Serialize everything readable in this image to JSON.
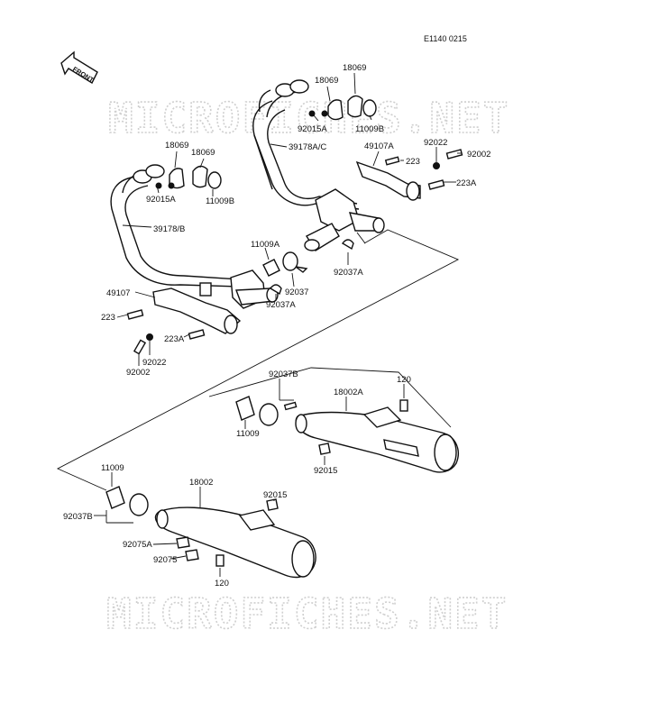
{
  "header": {
    "diagram_code": "E1140 0215",
    "front_label": "FRONT"
  },
  "watermark": {
    "text": "MICROFICHES.NET"
  },
  "labels": {
    "p18069_a": "18069",
    "p18069_b": "18069",
    "p92015A_top": "92015A",
    "p11009B_top": "11009B",
    "p39178AC": "39178A/C",
    "p49107A": "49107A",
    "p92022_top": "92022",
    "p92002_top": "92002",
    "p223_top": "223",
    "p223A_top": "223A",
    "p92037A_right": "92037A",
    "p18069_c": "18069",
    "p18069_d": "18069",
    "p92015A_left": "92015A",
    "p11009B_left": "11009B",
    "p39178B": "39178/B",
    "p11009A": "11009A",
    "p92037": "92037",
    "p92037A_mid": "92037A",
    "p49107": "49107",
    "p223_left": "223",
    "p223A_left": "223A",
    "p92022_left": "92022",
    "p92002_left": "92002",
    "p92037B_right": "92037B",
    "p18002A": "18002A",
    "p120_right": "120",
    "p11009_right": "11009",
    "p92015_right": "92015",
    "p11009_left": "11009",
    "p18002": "18002",
    "p92015_left": "92015",
    "p92037B_left": "92037B",
    "p92075A": "92075A",
    "p92075": "92075",
    "p120_bottom": "120"
  }
}
